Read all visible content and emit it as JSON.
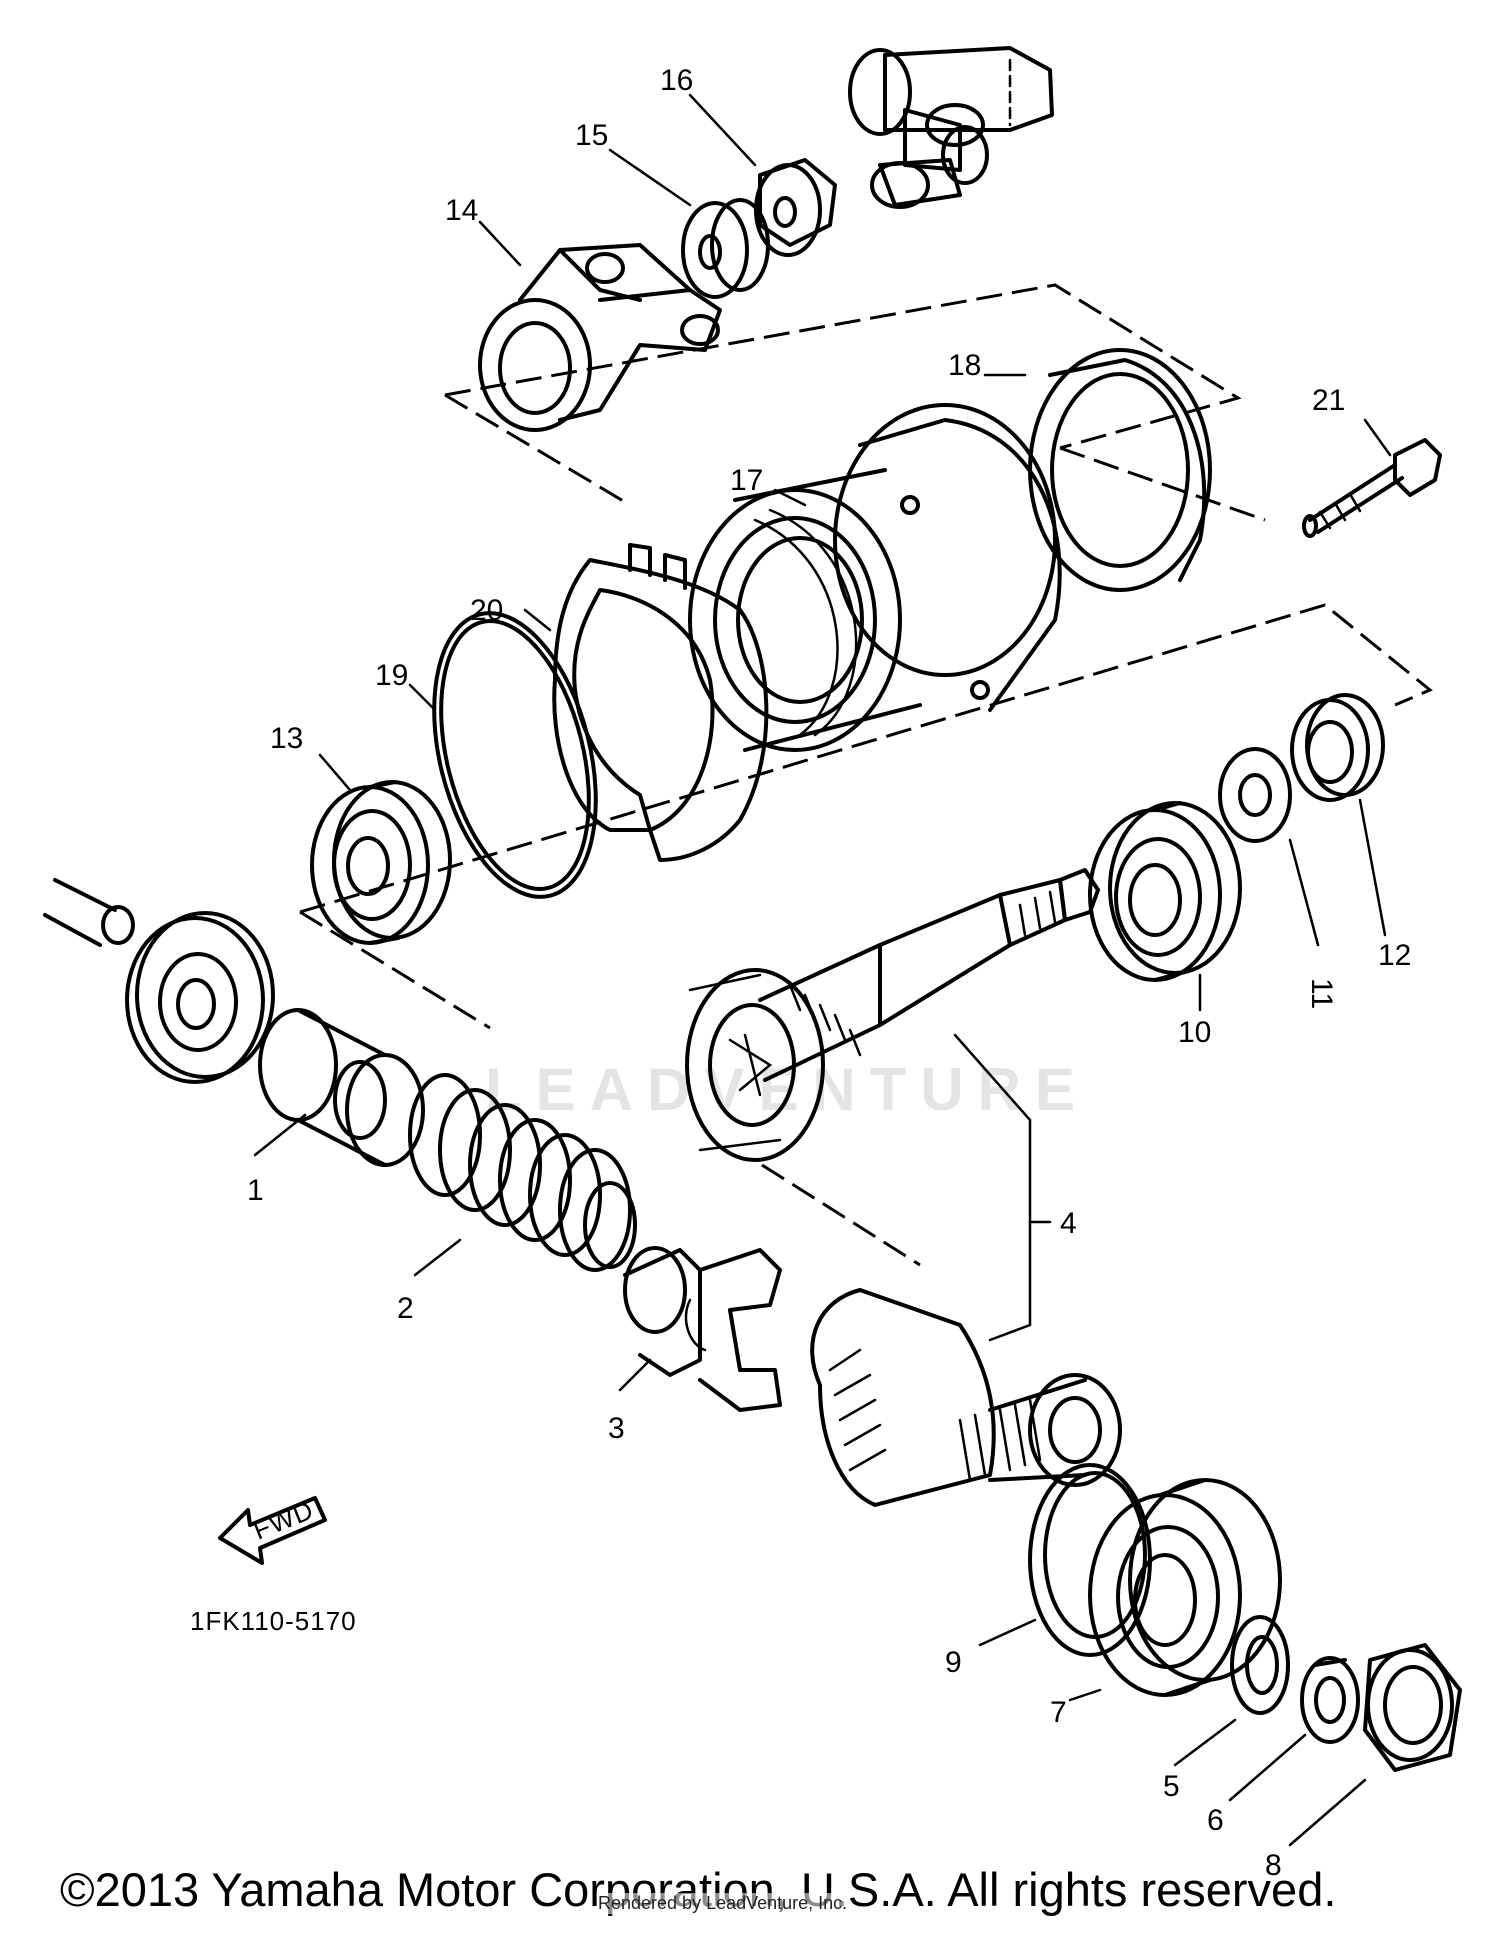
{
  "diagram": {
    "watermark": "LEADVENTURE",
    "diagram_code": "1FK110-5170",
    "fwd_label": "FWD",
    "copyright": "©2013 Yamaha Motor Corporation, U.S.A. All rights reserved.",
    "rendered_by": "Rendered by LeadVenture, Inc."
  },
  "callouts": [
    {
      "number": "1"
    },
    {
      "number": "2"
    },
    {
      "number": "3"
    },
    {
      "number": "4"
    },
    {
      "number": "5"
    },
    {
      "number": "6"
    },
    {
      "number": "7"
    },
    {
      "number": "8"
    },
    {
      "number": "9"
    },
    {
      "number": "10"
    },
    {
      "number": "11"
    },
    {
      "number": "12"
    },
    {
      "number": "13"
    },
    {
      "number": "14"
    },
    {
      "number": "15"
    },
    {
      "number": "16"
    },
    {
      "number": "17"
    },
    {
      "number": "18"
    },
    {
      "number": "19"
    },
    {
      "number": "20"
    },
    {
      "number": "21"
    }
  ]
}
